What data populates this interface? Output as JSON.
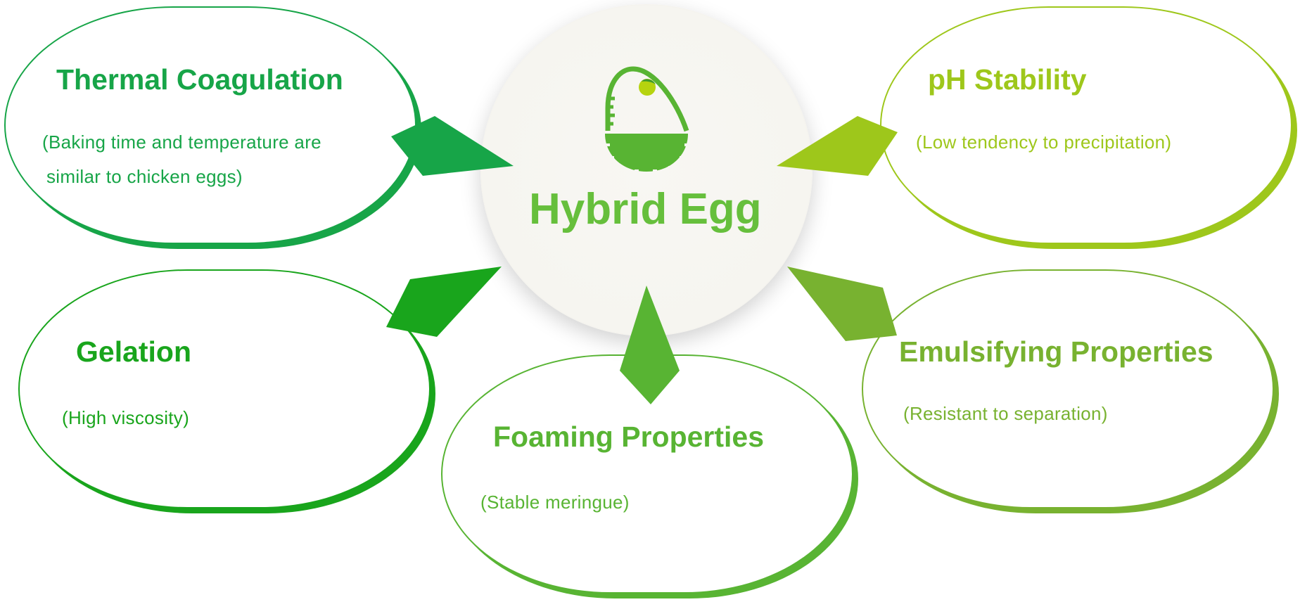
{
  "center": {
    "title": "Hybrid Egg",
    "icon": "egg-icon"
  },
  "properties": [
    {
      "title": "Thermal Coagulation",
      "subtitle_lines": [
        "(Baking time and temperature are",
        "similar to chicken eggs)"
      ],
      "color": "#17a548"
    },
    {
      "title": "pH Stability",
      "subtitle_lines": [
        "(Low tendency to precipitation)"
      ],
      "color": "#9ec71b"
    },
    {
      "title": "Gelation",
      "subtitle_lines": [
        "(High viscosity)"
      ],
      "color": "#19a51c"
    },
    {
      "title": "Foaming Properties",
      "subtitle_lines": [
        "(Stable meringue)"
      ],
      "color": "#58b433"
    },
    {
      "title": "Emulsifying Properties",
      "subtitle_lines": [
        "(Resistant to separation)"
      ],
      "color": "#78b230"
    }
  ]
}
